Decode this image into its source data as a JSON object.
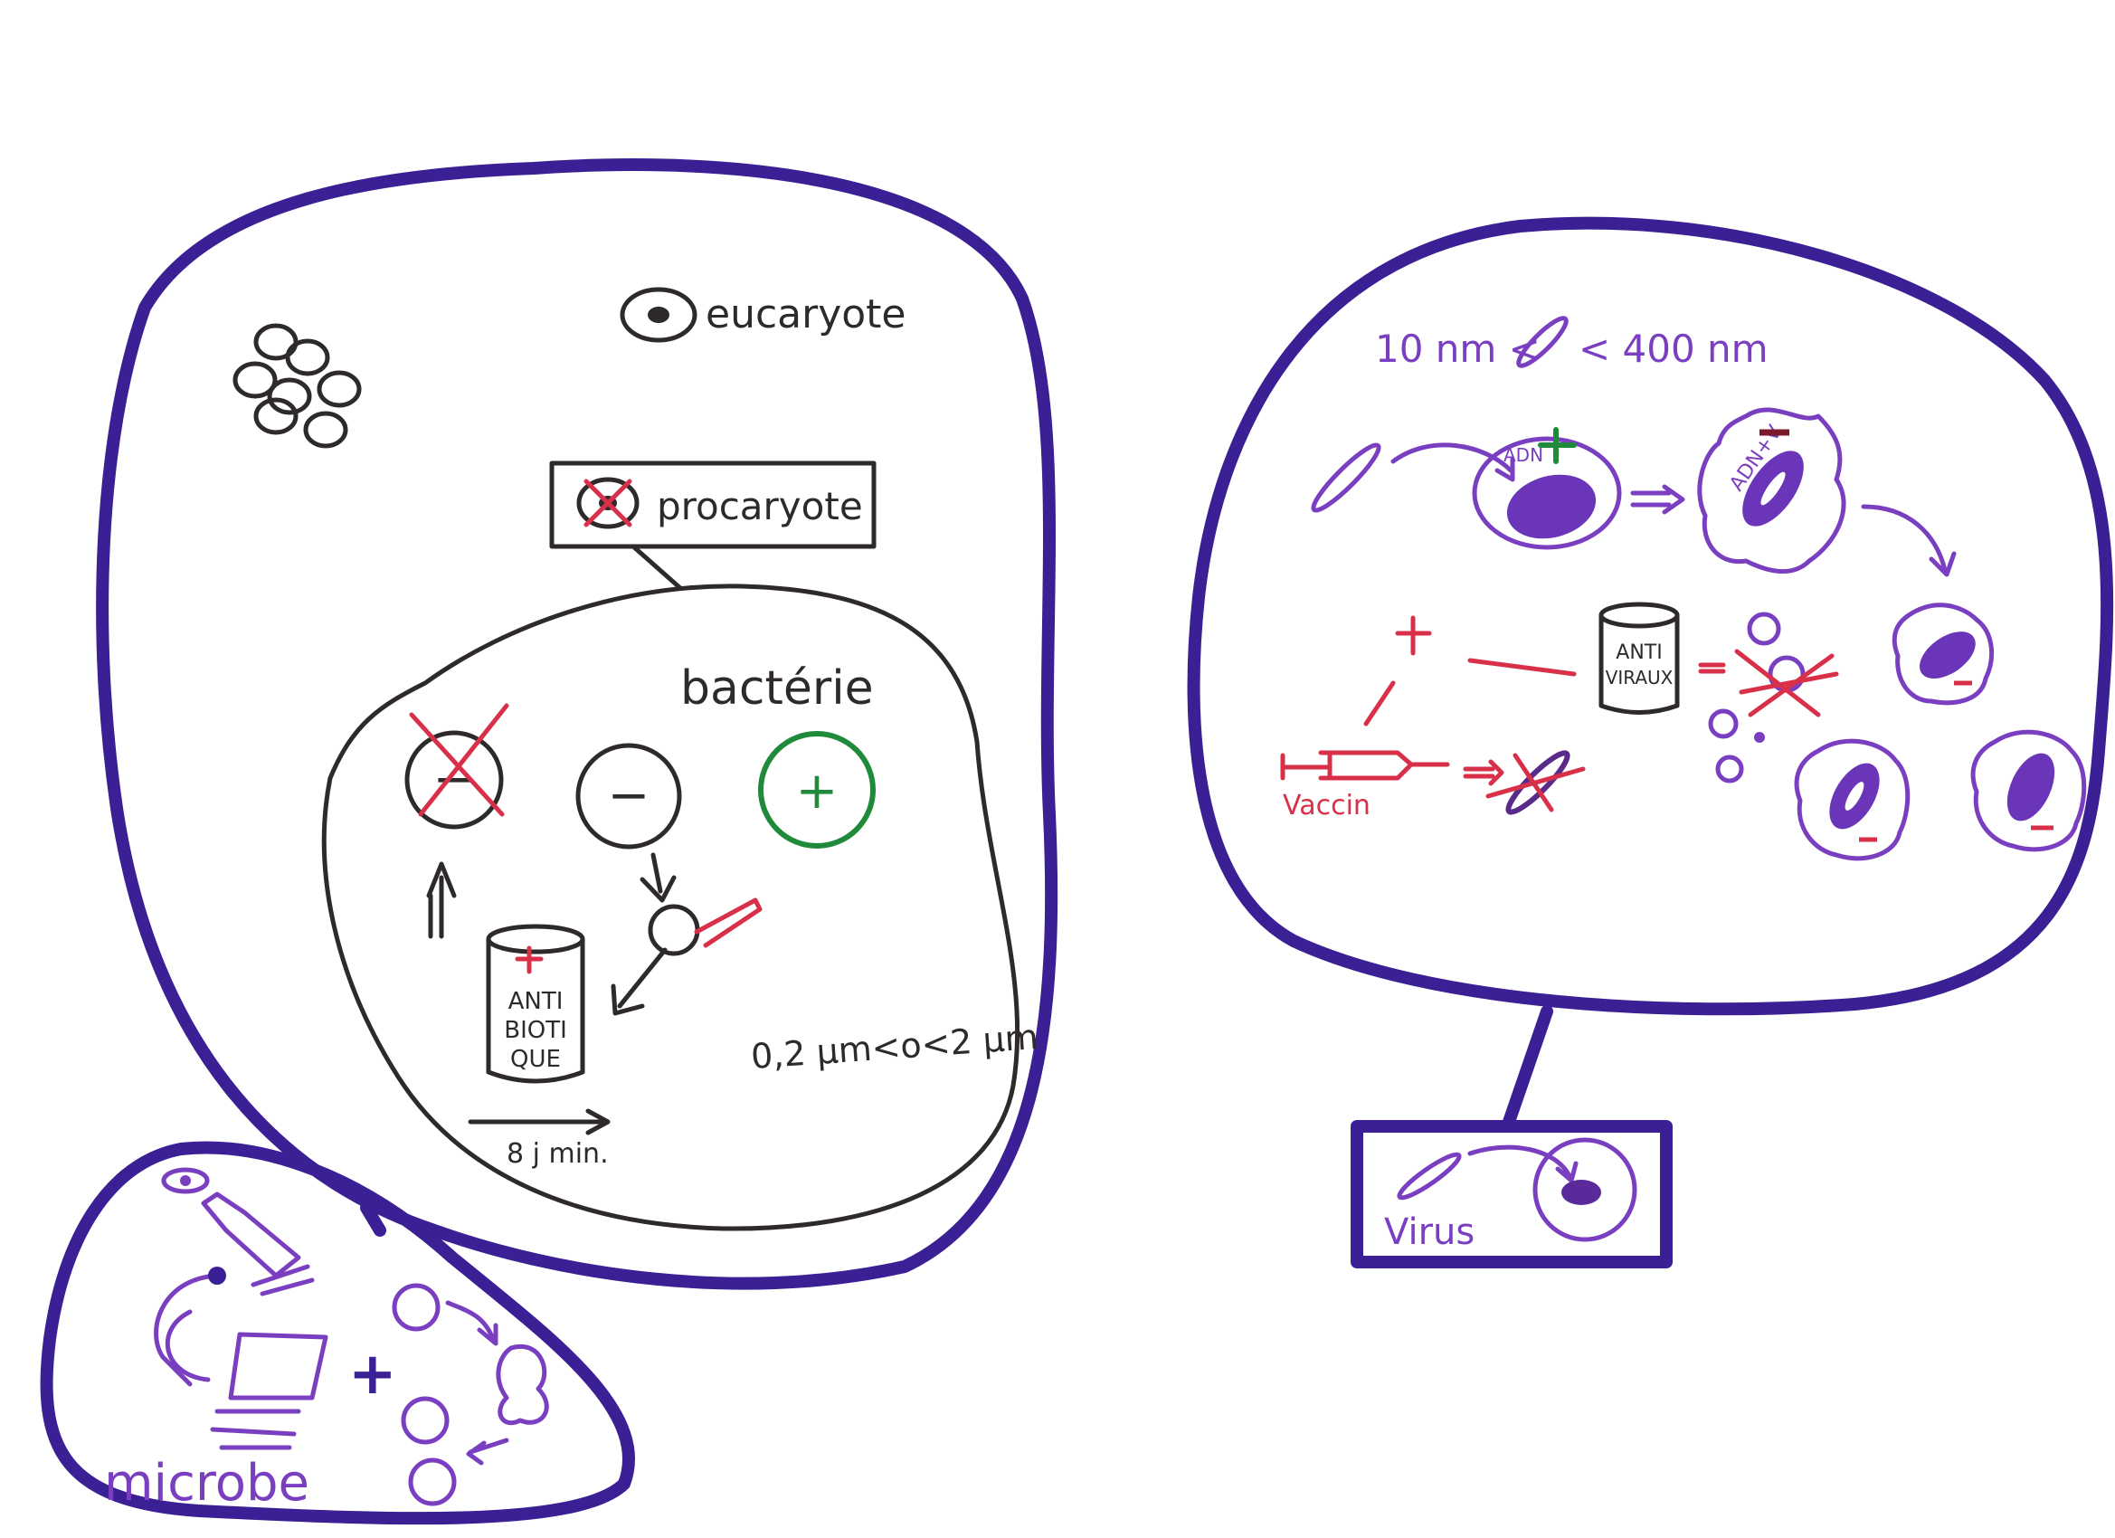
{
  "colors": {
    "frame": "#3b1f94",
    "virus": "#7a3fc0",
    "ink": "#2e2a2a",
    "red": "#d9304a",
    "green": "#1f8a3a"
  },
  "cell_zone": {
    "eucaryote_label": "eucaryote",
    "procaryote_label": "procaryote",
    "bacterie": {
      "title": "bactérie",
      "antibiotic_lines": [
        "ANTI",
        "BIOTI",
        "QUE"
      ],
      "minus_sign": "−",
      "plus_sign": "+",
      "size_label": "0,2 µm<o<2 µm",
      "time_label": "8 j min."
    }
  },
  "microbe_zone": {
    "label": "microbe",
    "plus_sign": "+"
  },
  "virus_zone": {
    "size_left": "10 nm <",
    "size_right": "< 400 nm",
    "adn_label": "ADN",
    "adn_v_label": "ADN+V",
    "antiviral_lines": [
      "ANTI",
      "VIRAUX"
    ],
    "vaccine_label": "Vaccin",
    "box_label": "Virus"
  }
}
